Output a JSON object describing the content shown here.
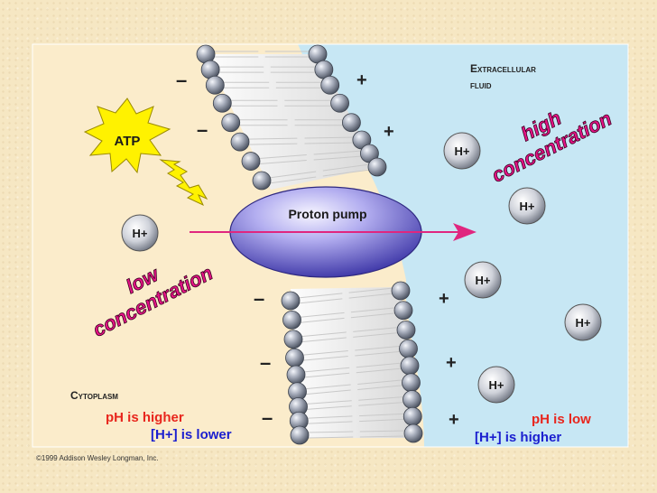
{
  "labels": {
    "extracellular_line1": "Extracellular",
    "extracellular_line2": "fluid",
    "cytoplasm": "Cytoplasm",
    "atp": "ATP",
    "proton_pump": "Proton pump",
    "ion": "H+",
    "high_word1": "high",
    "high_word2": "concentration",
    "low_word1": "low",
    "low_word2": "concentration",
    "ph_higher": "pH is higher",
    "h_lower": "[H+] is lower",
    "ph_low": "pH is low",
    "h_higher": "[H+] is higher",
    "minus": "–",
    "plus": "+",
    "copyright": "©1999 Addison Wesley Longman, Inc."
  },
  "colors": {
    "page_bg": "#f6e7c3",
    "cytoplasm": "#fbeccb",
    "extracellular": "#c7e7f4",
    "pump": "#8f89d9",
    "arrow": "#e0267f",
    "atp_burst": "#fff200",
    "accent_red": "#e8261d",
    "accent_blue": "#1b1fcf",
    "big_text": "#e61386"
  }
}
